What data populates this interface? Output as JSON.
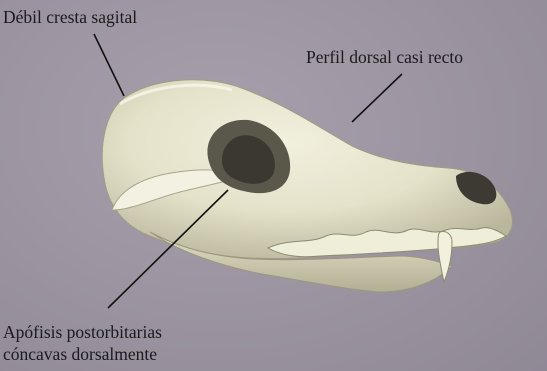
{
  "labels": {
    "crest": "Débil cresta sagital",
    "profile": "Perfil dorsal casi recto",
    "postorbital_line1": "Apófisis postorbitarias",
    "postorbital_line2": "cóncavas dorsalmente"
  },
  "colors": {
    "bone": "#e8e6cf",
    "bone_shadow": "#b7b49a",
    "background": "#9d96a2",
    "text": "#1a1a1a"
  }
}
